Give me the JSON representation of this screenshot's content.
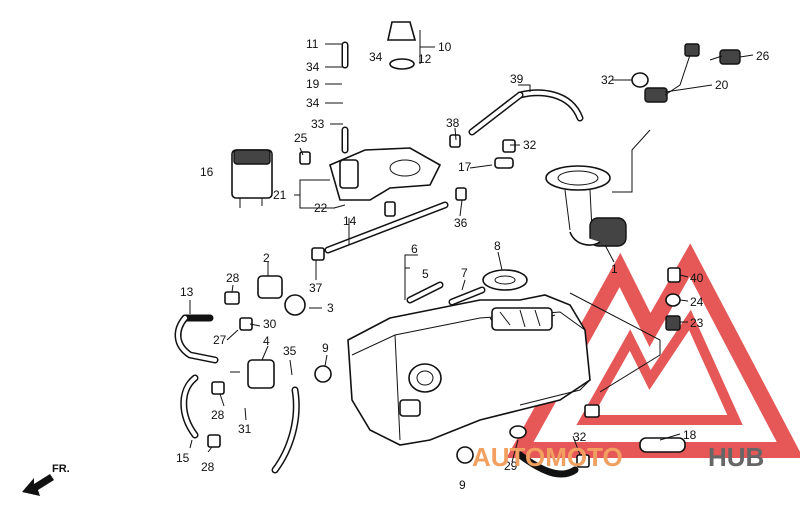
{
  "callouts": {
    "c1": "1",
    "c2": "2",
    "c3": "3",
    "c4": "4",
    "c5": "5",
    "c6": "6",
    "c7": "7",
    "c8": "8",
    "c9a": "9",
    "c9b": "9",
    "c10": "10",
    "c11": "11",
    "c12": "12",
    "c13": "13",
    "c14": "14",
    "c15": "15",
    "c16": "16",
    "c17": "17",
    "c18": "18",
    "c19": "19",
    "c20": "20",
    "c21": "21",
    "c22": "22",
    "c23": "23",
    "c24": "24",
    "c25": "25",
    "c26": "26",
    "c27": "27",
    "c28a": "28",
    "c28b": "28",
    "c28c": "28",
    "c29": "29",
    "c30": "30",
    "c31": "31",
    "c32a": "32",
    "c32b": "32",
    "c32c": "32",
    "c33": "33",
    "c34a": "34",
    "c34b": "34",
    "c34c": "34",
    "c35": "35",
    "c36": "36",
    "c37": "37",
    "c38": "38",
    "c39": "39",
    "c40": "40"
  },
  "direction_label": "FR.",
  "watermark": {
    "part_a": "AUTOMOTO",
    "part_b": "HUB",
    "color_a": "#f2a060",
    "color_b": "#666666",
    "logo_color": "#e23b3b"
  }
}
